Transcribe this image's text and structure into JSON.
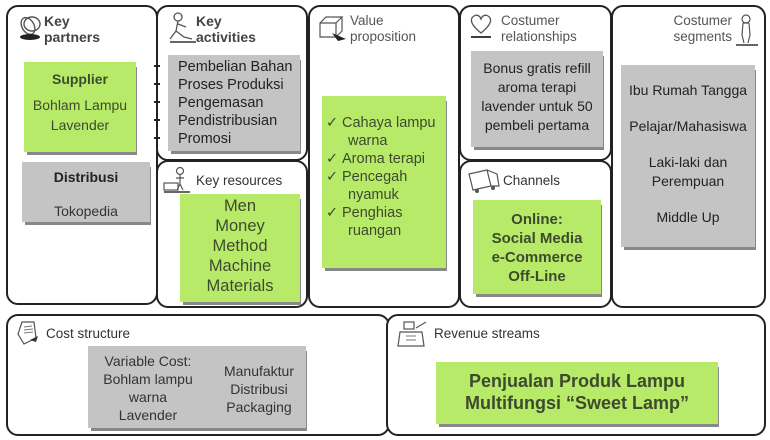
{
  "canvas": {
    "key_partners": {
      "title_line1": "Key",
      "title_line2": "partners",
      "icon": "chain-link-icon",
      "notes": [
        {
          "color": "green",
          "heading": "Supplier",
          "lines": [
            "Bohlam Lampu",
            "Lavender"
          ]
        },
        {
          "color": "gray",
          "heading": "Distribusi",
          "lines": [
            "Tokopedia"
          ]
        }
      ]
    },
    "key_activities": {
      "title_line1": "Key",
      "title_line2": "activities",
      "icon": "person-working-icon",
      "items": [
        "Pembelian Bahan",
        "Proses Produksi",
        "Pengemasan",
        "Pendistribusian",
        "Promosi"
      ]
    },
    "key_resources": {
      "title": "Key resources",
      "icon": "worker-machine-icon",
      "items": [
        "Men",
        "Money",
        "Method",
        "Machine",
        "Materials"
      ]
    },
    "value_proposition": {
      "title_line1": "Value",
      "title_line2": "proposition",
      "icon": "gift-box-icon",
      "items": [
        {
          "check": "✓",
          "lines": [
            "Cahaya lampu",
            "warna"
          ]
        },
        {
          "check": "✓",
          "lines": [
            "Aroma terapi"
          ]
        },
        {
          "check": "✓",
          "lines": [
            "Pencegah",
            "nyamuk"
          ]
        },
        {
          "check": "✓",
          "lines": [
            "Penghias",
            "ruangan"
          ]
        }
      ]
    },
    "customer_relationships": {
      "title_line1": "Costumer",
      "title_line2": "relationships",
      "icon": "heart-icon",
      "lines": [
        "Bonus gratis refill",
        "aroma terapi",
        "lavender untuk 50",
        "pembeli pertama"
      ]
    },
    "channels": {
      "title": "Channels",
      "icon": "delivery-truck-icon",
      "lines": [
        "Online:",
        "Social Media",
        "e-Commerce",
        "Off-Line"
      ]
    },
    "customer_segments": {
      "title_line1": "Costumer",
      "title_line2": "segments",
      "icon": "person-standing-icon",
      "groups": [
        [
          "Ibu Rumah Tangga"
        ],
        [
          "Pelajar/Mahasiswa"
        ],
        [
          "Laki-laki dan",
          "Perempuan"
        ],
        [
          "Middle Up"
        ]
      ]
    },
    "cost_structure": {
      "title": "Cost structure",
      "icon": "document-icon",
      "left_lines": [
        "Variable Cost:",
        "Bohlam lampu",
        "warna",
        "Lavender"
      ],
      "right_lines": [
        "Manufaktur",
        "Distribusi",
        "Packaging"
      ]
    },
    "revenue_streams": {
      "title": "Revenue streams",
      "icon": "cash-register-icon",
      "lines": [
        "Penjualan Produk Lampu",
        "Multifungsi “Sweet Lamp”"
      ]
    },
    "colors": {
      "green_note": "#b8ea6a",
      "gray_note": "#c4c4c4",
      "border": "#222222"
    }
  }
}
